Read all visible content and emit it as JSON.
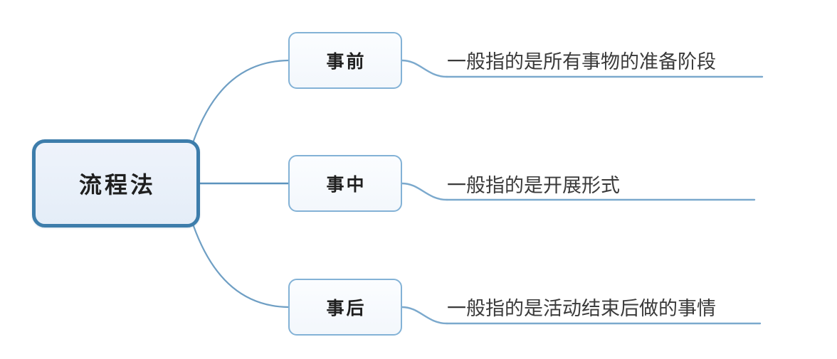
{
  "diagram": {
    "type": "mind-map",
    "orientation": "left-to-right",
    "background_color": "#ffffff",
    "root": {
      "label": "流程法",
      "border_color": "#3d7dab",
      "fill_color": "#eaf1f9",
      "text_color": "#1f1f1f"
    },
    "branch_style": {
      "border_color": "#83b2d6",
      "fill_color": "#f6fafd",
      "text_color": "#1f1f1f"
    },
    "connector_color": "#6f9fc4",
    "underline_color": "#7ba9cd",
    "branches": [
      {
        "label": "事前",
        "description": "一般指的是所有事物的准备阶段"
      },
      {
        "label": "事中",
        "description": "一般指的是开展形式"
      },
      {
        "label": "事后",
        "description": "一般指的是活动结束后做的事情"
      }
    ]
  }
}
